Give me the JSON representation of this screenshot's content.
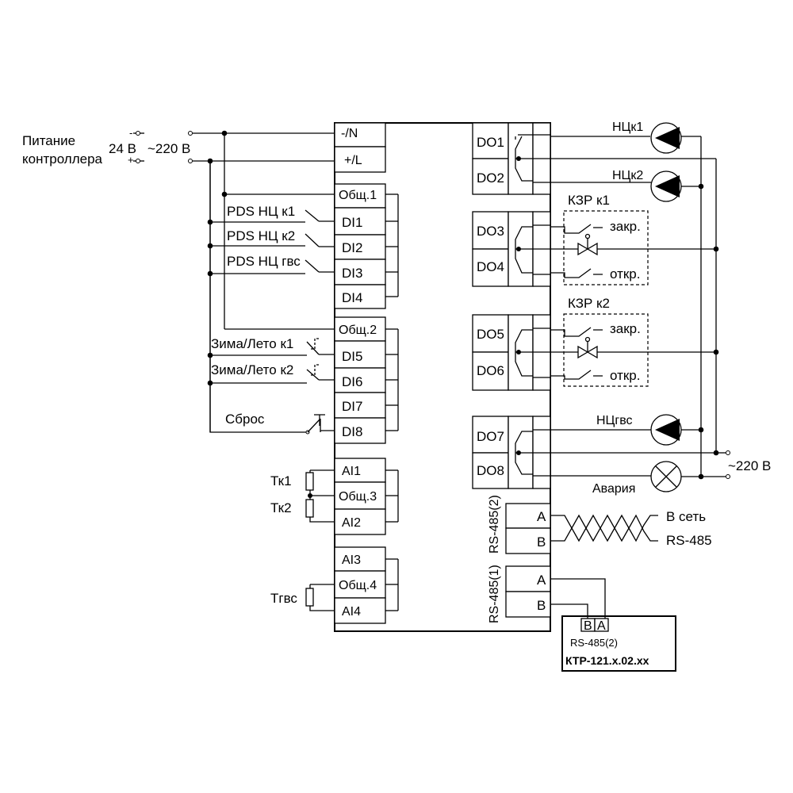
{
  "power": {
    "label_line1": "Питание",
    "label_line2": "контроллера",
    "dc_voltage": "24 В",
    "ac_voltage": "~220 В",
    "minus": "-",
    "plus": "+"
  },
  "terminals": {
    "neutral": "-/N",
    "line": "+/L",
    "com1": "Общ.1",
    "di1": "DI1",
    "di2": "DI2",
    "di3": "DI3",
    "di4": "DI4",
    "com2": "Общ.2",
    "di5": "DI5",
    "di6": "DI6",
    "di7": "DI7",
    "di8": "DI8",
    "ai1": "AI1",
    "com3": "Общ.3",
    "ai2": "AI2",
    "ai3": "AI3",
    "com4": "Общ.4",
    "ai4": "AI4",
    "do1": "DO1",
    "do2": "DO2",
    "do3": "DO3",
    "do4": "DO4",
    "do5": "DO5",
    "do6": "DO6",
    "do7": "DO7",
    "do8": "DO8",
    "rs2_a": "A",
    "rs2_b": "B",
    "rs1_a": "A",
    "rs1_b": "B",
    "rs2_label": "RS-485(2)",
    "rs1_label": "RS-485(1)"
  },
  "inputs": {
    "pds_k1": "PDS НЦ к1",
    "pds_k2": "PDS НЦ к2",
    "pds_gvs": "PDS НЦ гвс",
    "winter_summer_k1": "Зима/Лето к1",
    "winter_summer_k2": "Зима/Лето к2",
    "reset": "Сброс"
  },
  "sensors": {
    "tk1": "Тк1",
    "tk2": "Тк2",
    "tgvs": "Тгвс"
  },
  "outputs": {
    "pump_k1": "НЦк1",
    "pump_k2": "НЦк2",
    "valve_k1": "КЗР к1",
    "valve_k2": "КЗР к2",
    "close": "закр.",
    "open": "откр.",
    "pump_gvs": "НЦгвс",
    "alarm": "Авария",
    "mains": "~220 В"
  },
  "network": {
    "line1": "В сеть",
    "line2": "RS-485"
  },
  "module": {
    "term_b": "B",
    "term_a": "A",
    "port": "RS-485(2)",
    "model": "КТР-121.x.02.xx"
  }
}
